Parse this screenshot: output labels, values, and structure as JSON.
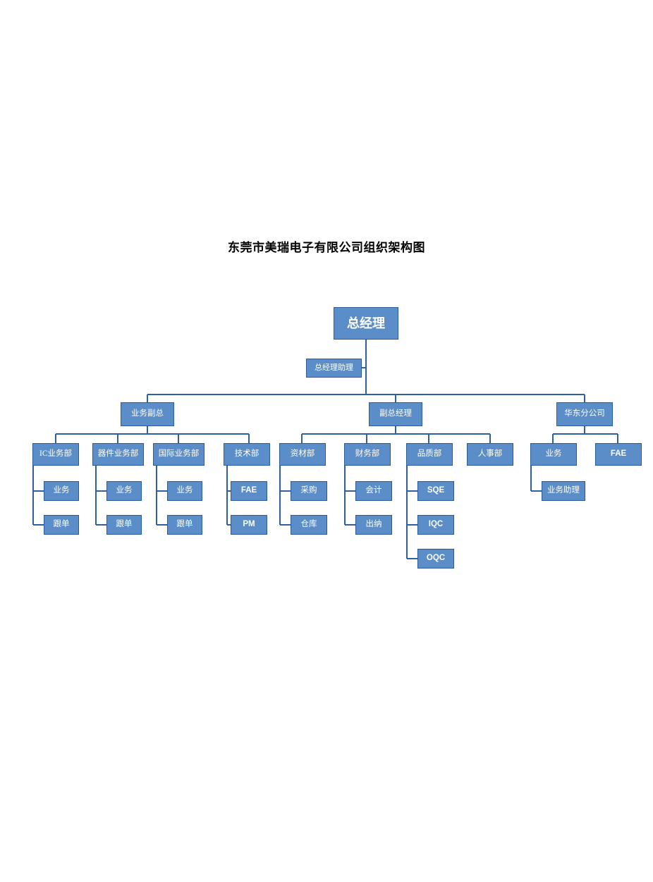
{
  "document": {
    "title": "东莞市美瑞电子有限公司组织架构图",
    "background_color": "#ffffff"
  },
  "theme": {
    "node_fill": "#5b8dc8",
    "node_border": "#2a5c9b",
    "node_text": "#ffffff",
    "connector": "#2e5f9e",
    "title_text": "#000000"
  },
  "chart_data": {
    "type": "org-chart",
    "title": "东莞市美瑞电子有限公司组织架构图",
    "root": "总经理",
    "nodes": [
      {
        "id": "gm",
        "label": "总经理",
        "level": 0
      },
      {
        "id": "gm_assistant",
        "label": "总经理助理",
        "level": 1
      },
      {
        "id": "vp_sales",
        "label": "业务副总",
        "level": 2
      },
      {
        "id": "deputy_gm",
        "label": "副总经理",
        "level": 2
      },
      {
        "id": "east_branch",
        "label": "华东分公司",
        "level": 2
      },
      {
        "id": "dept_ic",
        "label": "IC业务部",
        "level": 3
      },
      {
        "id": "dept_device",
        "label": "器件业务部",
        "level": 3
      },
      {
        "id": "dept_intl",
        "label": "国际业务部",
        "level": 3
      },
      {
        "id": "dept_tech",
        "label": "技术部",
        "level": 3
      },
      {
        "id": "dept_material",
        "label": "资材部",
        "level": 3
      },
      {
        "id": "dept_finance",
        "label": "财务部",
        "level": 3
      },
      {
        "id": "dept_quality",
        "label": "品质部",
        "level": 3
      },
      {
        "id": "dept_hr",
        "label": "人事部",
        "level": 3
      },
      {
        "id": "branch_sales",
        "label": "业务",
        "level": 3
      },
      {
        "id": "branch_fae",
        "label": "FAE",
        "level": 3
      },
      {
        "id": "ic_sales",
        "label": "业务",
        "level": 4
      },
      {
        "id": "ic_merch",
        "label": "跟单",
        "level": 4
      },
      {
        "id": "device_sales",
        "label": "业务",
        "level": 4
      },
      {
        "id": "device_merch",
        "label": "跟单",
        "level": 4
      },
      {
        "id": "intl_sales",
        "label": "业务",
        "level": 4
      },
      {
        "id": "intl_merch",
        "label": "跟单",
        "level": 4
      },
      {
        "id": "tech_fae",
        "label": "FAE",
        "level": 4
      },
      {
        "id": "tech_pm",
        "label": "PM",
        "level": 4
      },
      {
        "id": "material_purchase",
        "label": "采购",
        "level": 4
      },
      {
        "id": "material_warehouse",
        "label": "仓库",
        "level": 4
      },
      {
        "id": "finance_accounting",
        "label": "会计",
        "level": 4
      },
      {
        "id": "finance_cashier",
        "label": "出纳",
        "level": 4
      },
      {
        "id": "quality_sqe",
        "label": "SQE",
        "level": 4
      },
      {
        "id": "quality_iqc",
        "label": "IQC",
        "level": 4
      },
      {
        "id": "quality_oqc",
        "label": "OQC",
        "level": 4
      },
      {
        "id": "branch_sales_assistant",
        "label": "业务助理",
        "level": 4
      }
    ],
    "edges": [
      {
        "from": "gm",
        "to": "gm_assistant",
        "style": "staff"
      },
      {
        "from": "gm",
        "to": "vp_sales",
        "style": "line"
      },
      {
        "from": "gm",
        "to": "deputy_gm",
        "style": "line"
      },
      {
        "from": "gm",
        "to": "east_branch",
        "style": "line"
      },
      {
        "from": "vp_sales",
        "to": "dept_ic",
        "style": "line"
      },
      {
        "from": "vp_sales",
        "to": "dept_device",
        "style": "line"
      },
      {
        "from": "vp_sales",
        "to": "dept_intl",
        "style": "line"
      },
      {
        "from": "vp_sales",
        "to": "dept_tech",
        "style": "line"
      },
      {
        "from": "deputy_gm",
        "to": "dept_material",
        "style": "line"
      },
      {
        "from": "deputy_gm",
        "to": "dept_finance",
        "style": "line"
      },
      {
        "from": "deputy_gm",
        "to": "dept_quality",
        "style": "line"
      },
      {
        "from": "deputy_gm",
        "to": "dept_hr",
        "style": "line"
      },
      {
        "from": "east_branch",
        "to": "branch_sales",
        "style": "line"
      },
      {
        "from": "east_branch",
        "to": "branch_fae",
        "style": "line"
      },
      {
        "from": "dept_ic",
        "to": "ic_sales",
        "style": "rail"
      },
      {
        "from": "dept_ic",
        "to": "ic_merch",
        "style": "rail"
      },
      {
        "from": "dept_device",
        "to": "device_sales",
        "style": "rail"
      },
      {
        "from": "dept_device",
        "to": "device_merch",
        "style": "rail"
      },
      {
        "from": "dept_intl",
        "to": "intl_sales",
        "style": "rail"
      },
      {
        "from": "dept_intl",
        "to": "intl_merch",
        "style": "rail"
      },
      {
        "from": "dept_tech",
        "to": "tech_fae",
        "style": "rail"
      },
      {
        "from": "dept_tech",
        "to": "tech_pm",
        "style": "rail"
      },
      {
        "from": "dept_material",
        "to": "material_purchase",
        "style": "rail"
      },
      {
        "from": "dept_material",
        "to": "material_warehouse",
        "style": "rail"
      },
      {
        "from": "dept_finance",
        "to": "finance_accounting",
        "style": "rail"
      },
      {
        "from": "dept_finance",
        "to": "finance_cashier",
        "style": "rail"
      },
      {
        "from": "dept_quality",
        "to": "quality_sqe",
        "style": "rail"
      },
      {
        "from": "dept_quality",
        "to": "quality_iqc",
        "style": "rail"
      },
      {
        "from": "dept_quality",
        "to": "quality_oqc",
        "style": "rail"
      },
      {
        "from": "branch_sales",
        "to": "branch_sales_assistant",
        "style": "rail"
      }
    ]
  }
}
